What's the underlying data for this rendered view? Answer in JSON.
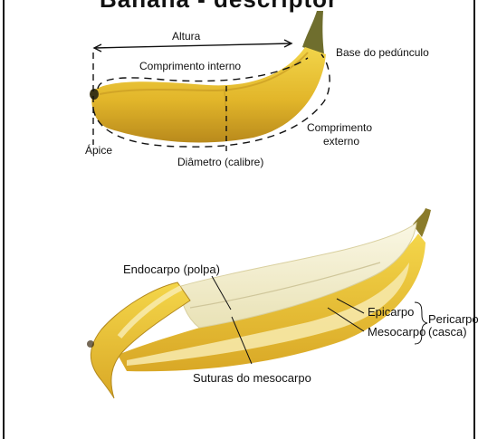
{
  "header": {
    "cut_title": "Banana - descriptor"
  },
  "top_diagram": {
    "labels": {
      "altura": "Altura",
      "base_pedunculo": "Base do pedúnculo",
      "comprimento_interno": "Comprimento interno",
      "comprimento_externo_line1": "Comprimento",
      "comprimento_externo_line2": "externo",
      "apice": "Ápice",
      "diametro": "Diâmetro (calibre)"
    }
  },
  "bottom_diagram": {
    "labels": {
      "endocarpo": "Endocarpo (polpa)",
      "epicarpo": "Epicarpo",
      "mesocarpo": "Mesocarpo",
      "pericarpo_line1": "Pericarpo",
      "pericarpo_line2": "(casca)",
      "suturas": "Suturas do mesocarpo"
    }
  },
  "colors": {
    "peel_yellow": "#e8c22a",
    "peel_dark": "#b8891a",
    "pulp": "#f3efcf",
    "stem": "#6b6a2c"
  }
}
